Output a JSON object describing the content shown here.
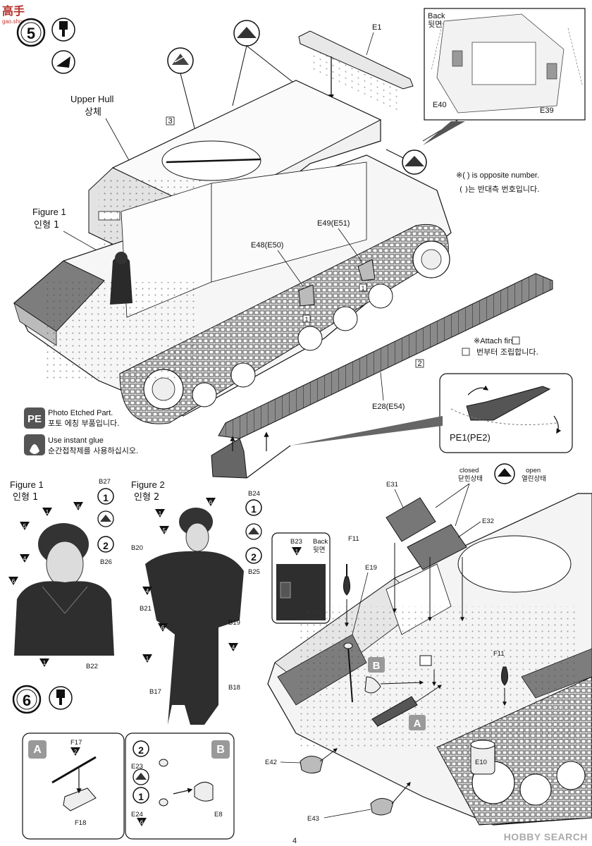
{
  "watermark_top": {
    "title": "高手",
    "sub": "gao.shou.com"
  },
  "watermark_bottom": "HOBBY SEARCH",
  "page_number": "4",
  "steps": [
    {
      "number": "5"
    },
    {
      "number": "6"
    }
  ],
  "upper_hull": {
    "en": "Upper Hull",
    "ko": "상체",
    "box": "3"
  },
  "figure1_top": {
    "en": "Figure 1",
    "ko": "인형 1"
  },
  "back_inset": {
    "en": "Back",
    "ko": "뒷면",
    "parts": [
      "E40",
      "E39"
    ]
  },
  "part_e1": "E1",
  "opposite_note": {
    "en": "※( ) is opposite number.",
    "ko": "( )는 반대측 번호입니다."
  },
  "attach_note": {
    "en": "※Attach  first.",
    "ko": " 번부터 조립합니다.",
    "box": "1"
  },
  "box2": "2",
  "parts_top": [
    "E49(E51)",
    "E48(E50)",
    "E28(E54)",
    "PE1(PE2)"
  ],
  "legend": [
    {
      "icon": "PE",
      "en": "Photo Etched Part.",
      "ko": "포토 에칭 부품입니다."
    },
    {
      "icon": "glue-icon",
      "en": "Use instant glue",
      "ko": "순간접착제를 사용하십시오."
    }
  ],
  "figure1": {
    "en": "Figure 1",
    "ko": "인형 1",
    "parts": [
      "B27",
      "B26",
      "B22"
    ],
    "paint_codes": [
      "1",
      "6",
      "5",
      "4",
      "6",
      "1"
    ],
    "circle_codes": [
      "1",
      "2"
    ]
  },
  "figure2": {
    "en": "Figure 2",
    "ko": "인형 2",
    "parts": [
      "B24",
      "B25",
      "B20",
      "B21",
      "B19",
      "B17",
      "B18"
    ],
    "paint_codes": [
      "1",
      "6",
      "5",
      "4",
      "6",
      "4",
      "1"
    ],
    "circle_codes": [
      "1",
      "2"
    ]
  },
  "figure2_back": {
    "en": "Back",
    "ko": "뒷면",
    "part": "B23",
    "code": "1"
  },
  "hatch": {
    "closed_en": "closed",
    "closed_ko": "닫힌상태",
    "open_en": "open",
    "open_ko": "열린상태"
  },
  "parts_bottom": [
    "E31",
    "E32",
    "F11",
    "E19",
    "F11",
    "E42",
    "E10",
    "E43"
  ],
  "sub_a": {
    "tag": "A",
    "parts": [
      "F17",
      "F18"
    ],
    "code": "2"
  },
  "sub_b": {
    "tag": "B",
    "parts": [
      "E23",
      "E24",
      "E8"
    ],
    "codes": [
      "2",
      "1",
      "6"
    ]
  },
  "callouts_hull": [
    "B",
    "A"
  ]
}
